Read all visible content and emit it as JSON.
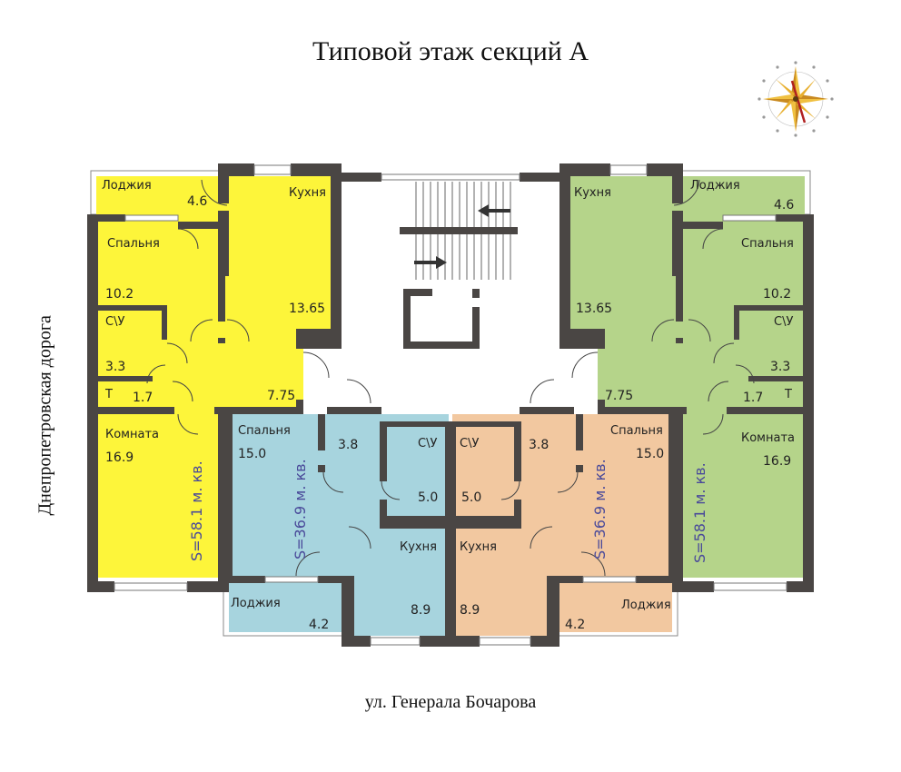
{
  "title": "Типовой этаж секций А",
  "streets": {
    "bottom": "ул. Генерала Бочарова",
    "left": "Днепропетровская дорога"
  },
  "colors": {
    "yellow": "#fdf53a",
    "green": "#b5d48a",
    "blue": "#a7d4de",
    "peach": "#f2c8a0",
    "wall": "#4a4644",
    "text_area": "#4a4a9a"
  },
  "apartments": {
    "left_large": {
      "loggia": {
        "label": "Лоджия",
        "area": "4.6"
      },
      "kitchen": {
        "label": "Кухня",
        "area": "13.65"
      },
      "bedroom": {
        "label": "Спальня",
        "area": "10.2"
      },
      "bath": {
        "label": "С\\У",
        "area": "3.3"
      },
      "toilet": {
        "label": "Т",
        "area": "1.7"
      },
      "hall": {
        "area": "7.75"
      },
      "room": {
        "label": "Комната",
        "area": "16.9"
      },
      "total": "S=58.1 м. кв."
    },
    "right_large": {
      "loggia": {
        "label": "Лоджия",
        "area": "4.6"
      },
      "kitchen": {
        "label": "Кухня",
        "area": "13.65"
      },
      "bedroom": {
        "label": "Спальня",
        "area": "10.2"
      },
      "bath": {
        "label": "С\\У",
        "area": "3.3"
      },
      "toilet": {
        "label": "Т",
        "area": "1.7"
      },
      "hall": {
        "area": "7.75"
      },
      "room": {
        "label": "Комната",
        "area": "16.9"
      },
      "total": "S=58.1 м. кв."
    },
    "left_small": {
      "bedroom": {
        "label": "Спальня",
        "area": "15.0"
      },
      "hall": {
        "area": "3.8"
      },
      "bath": {
        "label": "С\\У",
        "area": "5.0"
      },
      "kitchen": {
        "label": "Кухня",
        "area": "8.9"
      },
      "loggia": {
        "label": "Лоджия",
        "area": "4.2"
      },
      "total": "S=36.9 м. кв."
    },
    "right_small": {
      "bedroom": {
        "label": "Спальня",
        "area": "15.0"
      },
      "hall": {
        "area": "3.8"
      },
      "bath": {
        "label": "С\\У",
        "area": "5.0"
      },
      "kitchen": {
        "label": "Кухня",
        "area": "8.9"
      },
      "loggia": {
        "label": "Лоджия",
        "area": "4.2"
      },
      "total": "S=36.9 м. кв."
    }
  },
  "icons": {
    "compass": "compass-rose-icon",
    "stairs_up": "arrow-left-icon",
    "stairs_down": "arrow-right-icon"
  }
}
